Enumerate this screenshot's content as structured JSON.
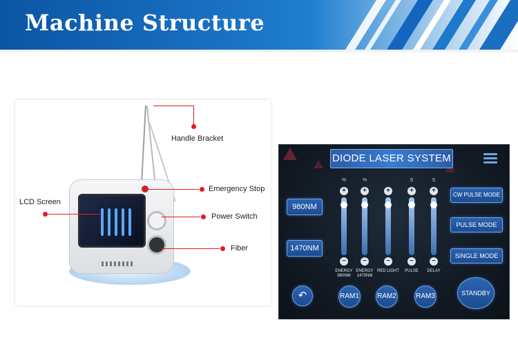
{
  "banner": {
    "title": "Machine Structure"
  },
  "photo": {
    "callouts": {
      "handle_bracket": "Handle Bracket",
      "emergency_stop": "Emergency Stop",
      "lcd_screen": "LCD Screen",
      "power_switch": "Power Switch",
      "fiber": "Fiber"
    }
  },
  "panel": {
    "title": "DIODE LASER SYSTEM",
    "wavelength_buttons": [
      "980NM",
      "1470NM"
    ],
    "sliders": [
      {
        "unit": "%",
        "label": "ENERGY\n980NM"
      },
      {
        "unit": "%",
        "label": "ENERGY\n1470NM"
      },
      {
        "unit": "",
        "label": "RED LIGHT"
      },
      {
        "unit": "S",
        "label": "PULSE"
      },
      {
        "unit": "S",
        "label": "DELAY"
      }
    ],
    "mode_buttons": [
      "CW PULSE MODE",
      "PULSE MODE",
      "SINGLE MODE"
    ],
    "ram_buttons": [
      "RAM1",
      "RAM2",
      "RAM3"
    ],
    "standby_label": "STANDBY",
    "plus_glyph": "+",
    "minus_glyph": "−",
    "back_glyph": "↶"
  },
  "colors": {
    "banner_blue": "#0b55a4",
    "callout_red": "#e31b23",
    "panel_dark": "#121a24",
    "button_blue": "#2a63b0"
  }
}
